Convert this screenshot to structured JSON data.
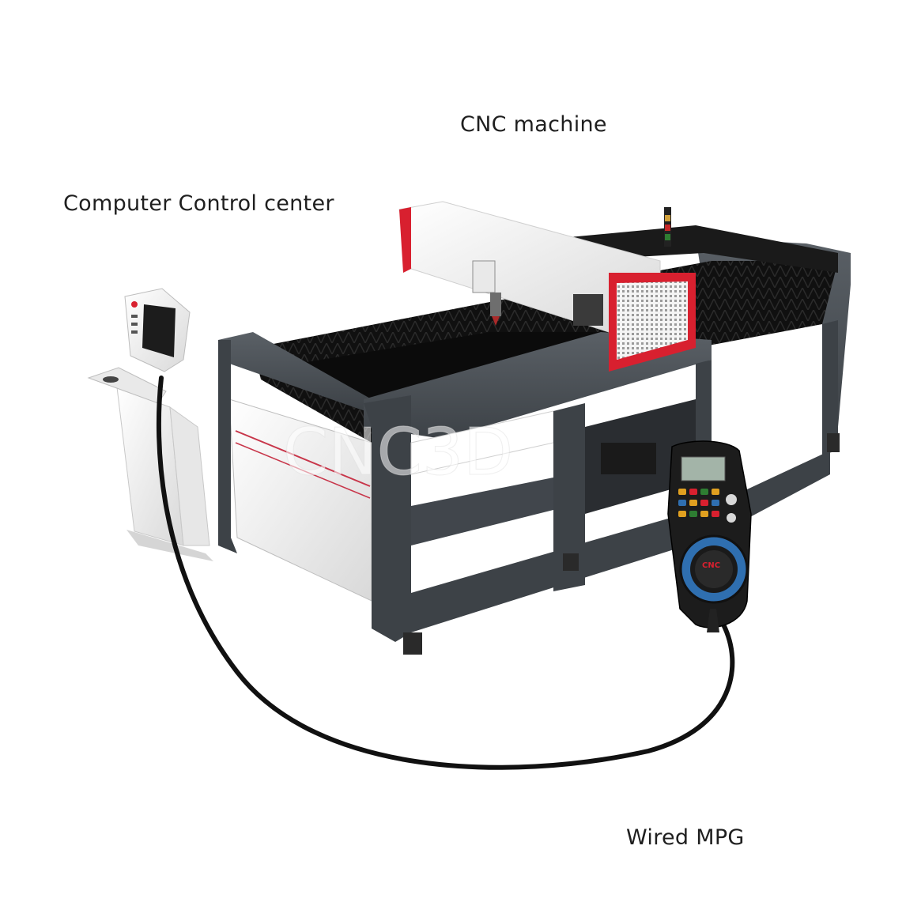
{
  "labels": {
    "cnc_machine": "CNC machine",
    "computer_control_center": "Computer Control center",
    "wired_mpg": "Wired MPG"
  },
  "watermark": "CNC3D",
  "mpg_badge": "CNC",
  "colors": {
    "frame": "#4a4f55",
    "frame_dark": "#2f3338",
    "bed": "#141414",
    "gantry_accent": "#d8202f",
    "panel_white": "#f2f2f2",
    "cable": "#111111",
    "pendant_body": "#1c1c1c",
    "pendant_wheel": "#2f6fb0"
  },
  "icons": [
    "laser-head-icon",
    "signal-light-icon",
    "pendant-wheel-icon"
  ]
}
